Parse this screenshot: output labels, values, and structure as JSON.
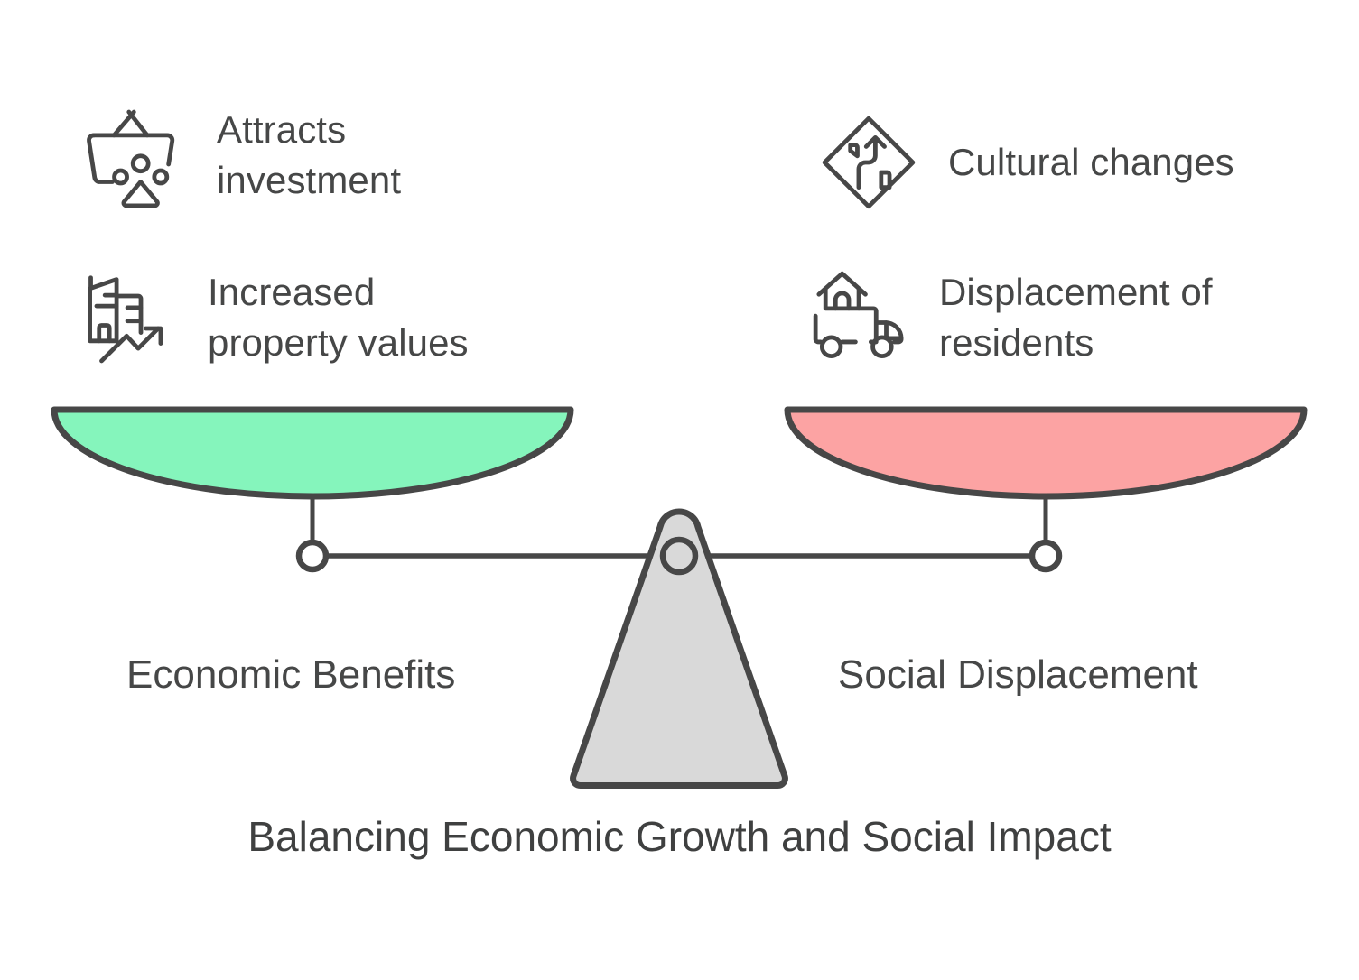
{
  "caption": "Balancing Economic Growth and Social Impact",
  "colors": {
    "stroke": "#474747",
    "text": "#464747",
    "pan_left_fill": "#85F5BC",
    "pan_right_fill": "#FCA3A3",
    "fulcrum_fill": "#D9D9D9",
    "background": "#FFFFFF",
    "pivot_fill": "#FFFFFF"
  },
  "left_side": {
    "label": "Economic Benefits",
    "pan_color": "#85F5BC",
    "items": [
      {
        "label": "Attracts\ninvestment",
        "icon": "shopping-basket-investment-icon"
      },
      {
        "label": "Increased\nproperty values",
        "icon": "building-growth-chart-icon"
      }
    ]
  },
  "right_side": {
    "label": "Social Displacement",
    "pan_color": "#FCA3A3",
    "items": [
      {
        "label": "Cultural changes",
        "icon": "road-sign-winding-road-icon"
      },
      {
        "label": "Displacement of\nresidents",
        "icon": "house-moving-truck-icon"
      }
    ]
  }
}
